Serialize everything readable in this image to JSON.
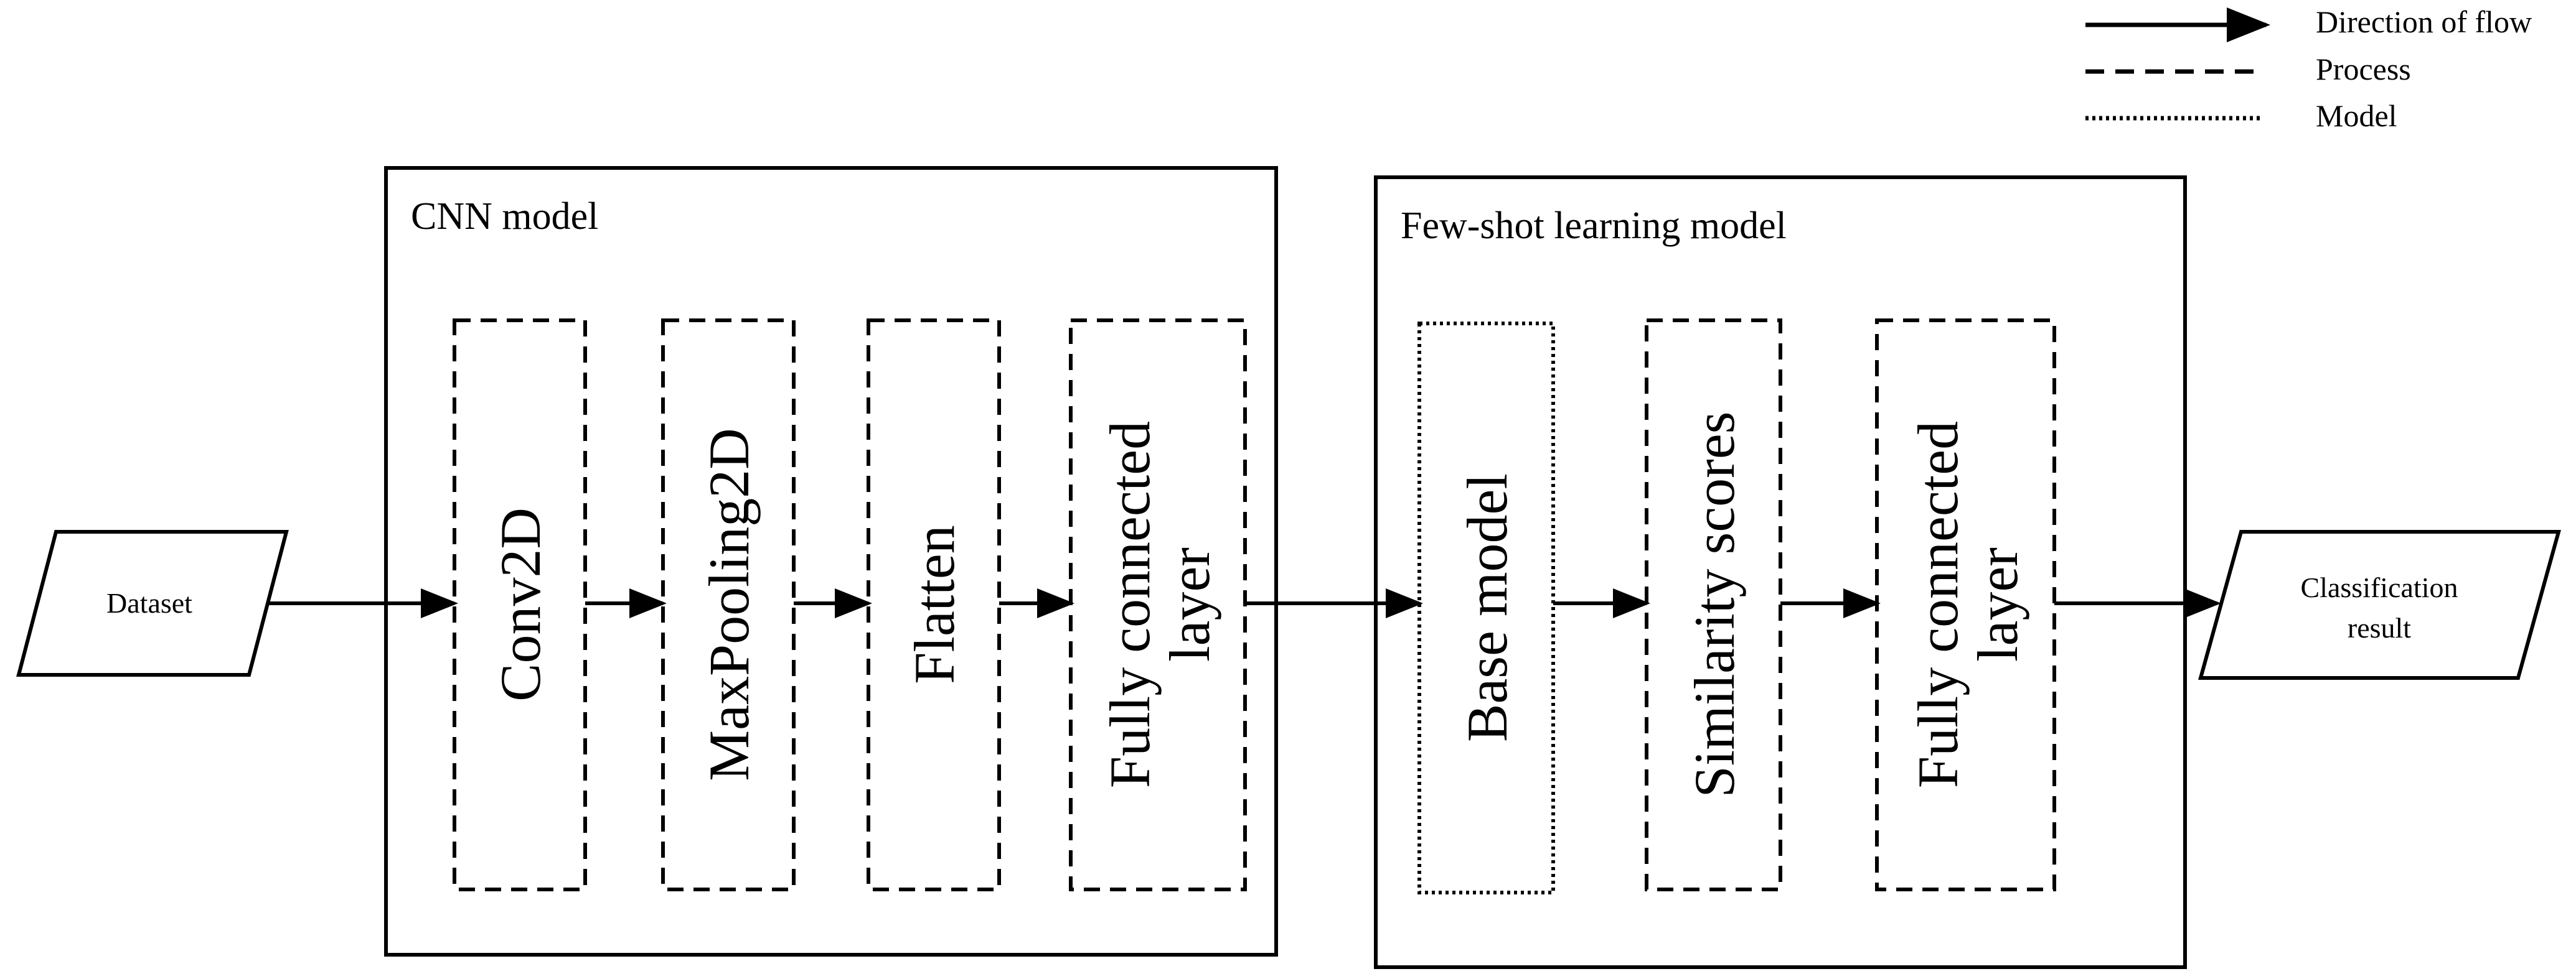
{
  "legend": {
    "direction": "Direction  of flow",
    "process": "Process",
    "model": "Model"
  },
  "input": {
    "label": "Dataset"
  },
  "cnn": {
    "title": "CNN model",
    "steps": {
      "conv": "Conv2D",
      "pool": "MaxPooling2D",
      "flatten": "Flatten",
      "fc_line1": "Fully connected",
      "fc_line2": "layer"
    }
  },
  "fsl": {
    "title": "Few-shot learning  model",
    "steps": {
      "base": "Base model",
      "similarity": "Similarity  scores",
      "fc_line1": "Fully connected",
      "fc_line2": "layer"
    }
  },
  "output": {
    "line1": "Classification",
    "line2": "result"
  },
  "colors": {
    "stroke": "#000000",
    "background": "#ffffff"
  }
}
